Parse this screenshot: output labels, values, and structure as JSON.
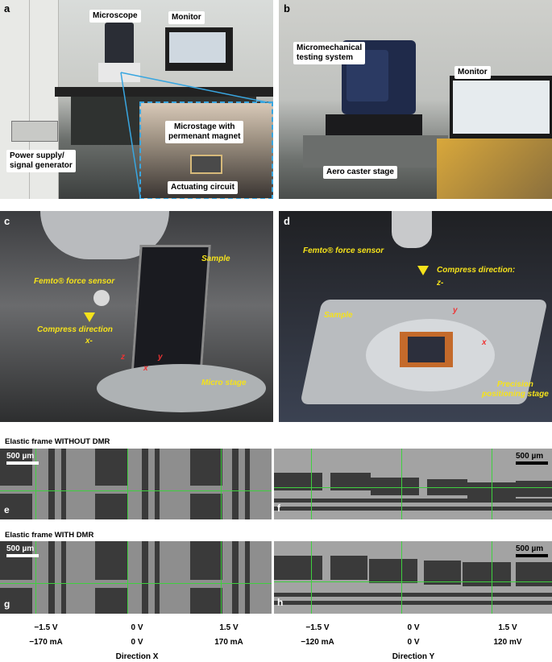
{
  "panels": {
    "a": {
      "letter": "a",
      "labels": {
        "microscope": "Microscope",
        "monitor": "Monitor",
        "power": "Power supply/\nsignal generator",
        "microstage": "Microstage with\npermenant magnet",
        "circuit": "Actuating circuit"
      }
    },
    "b": {
      "letter": "b",
      "labels": {
        "system": "Micromechanical\ntesting system",
        "monitor": "Monitor",
        "stage": "Aero caster stage"
      }
    },
    "c": {
      "letter": "c",
      "labels": {
        "sample": "Sample",
        "sensor": "Femto® force sensor",
        "compress": "Compress direction",
        "dir": "x-",
        "micro": "Micro stage",
        "axis_z": "z",
        "axis_x": "x",
        "axis_y": "y"
      }
    },
    "d": {
      "letter": "d",
      "labels": {
        "sensor": "Femto® force sensor",
        "compress": "Compress direction:",
        "dir": "z-",
        "sample": "Sample",
        "precision": "Precision\npositioning stage",
        "axis_x": "x",
        "axis_y": "y"
      }
    }
  },
  "rows": {
    "without": {
      "title": "Elastic frame WITHOUT DMR",
      "scale_left": "500 µm",
      "scale_right": "500 µm",
      "letter_left": "e",
      "letter_right": "f"
    },
    "with": {
      "title": "Elastic frame WITH DMR",
      "scale_left": "500 µm",
      "scale_right": "500 µm",
      "letter_left": "g",
      "letter_right": "h"
    }
  },
  "captions": {
    "cols": [
      {
        "v": "−1.5 V",
        "i": "−170 mA"
      },
      {
        "v": "0 V",
        "i": "0 V"
      },
      {
        "v": "1.5 V",
        "i": "170 mA"
      },
      {
        "v": "−1.5 V",
        "i": "−120 mA"
      },
      {
        "v": "0 V",
        "i": "0 V"
      },
      {
        "v": "1.5 V",
        "i": "120 mV"
      }
    ],
    "direction_x": "Direction X",
    "direction_y": "Direction Y"
  }
}
